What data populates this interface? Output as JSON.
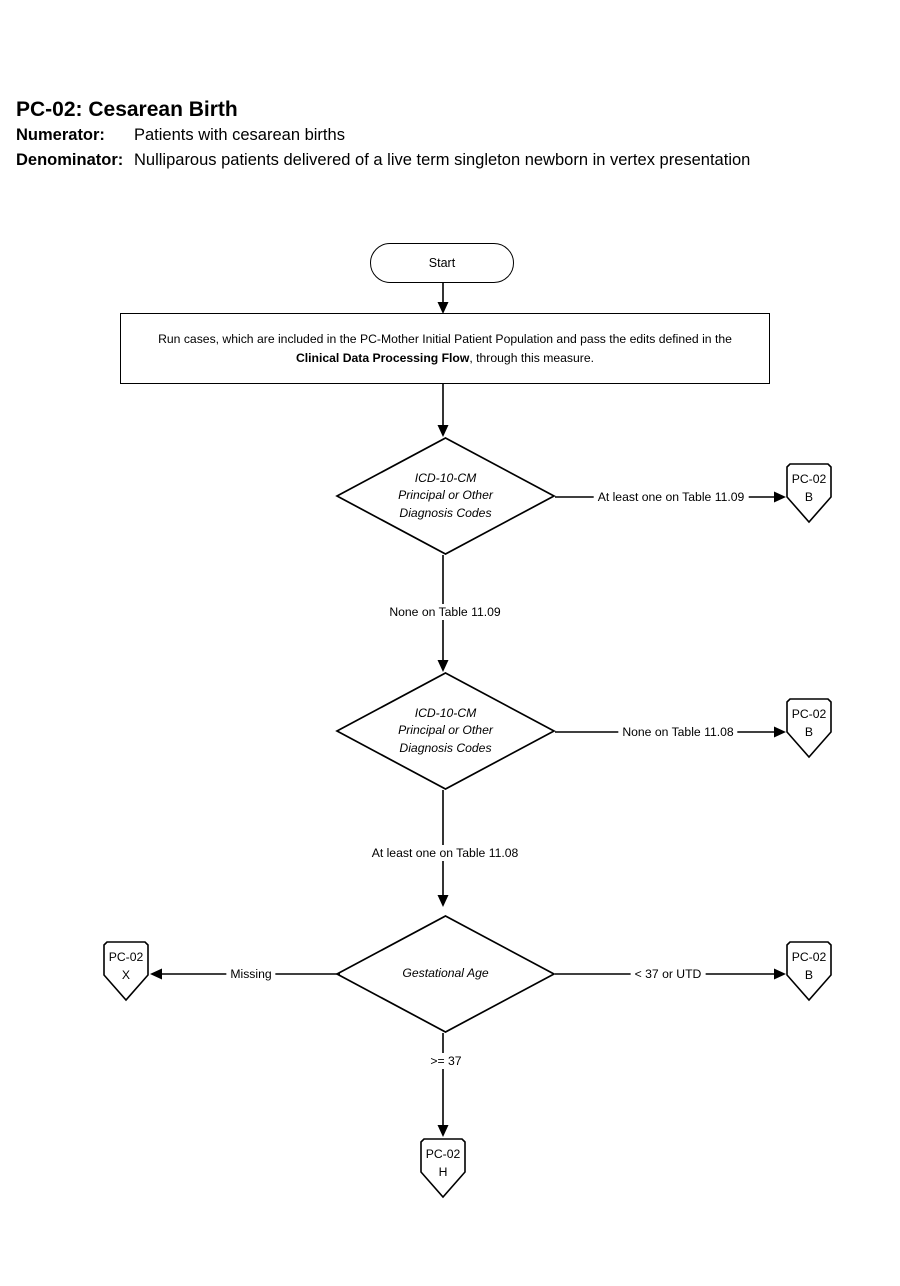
{
  "header": {
    "title": "PC-02:  Cesarean Birth",
    "numerator_label": "Numerator:",
    "numerator_value": "Patients with cesarean births",
    "denominator_label": "Denominator:",
    "denominator_value": "Nulliparous patients delivered of a live term singleton newborn in vertex presentation"
  },
  "flow": {
    "start": {
      "label": "Start"
    },
    "process": {
      "text_before": "Run cases, which are included in the PC-Mother Initial Patient Population and pass the edits defined in the ",
      "text_bold": "Clinical Data Processing Flow",
      "text_after": ", through this measure."
    },
    "decision1": {
      "line1": "ICD-10-CM",
      "line2": "Principal or Other",
      "line3": "Diagnosis Codes"
    },
    "decision2": {
      "line1": "ICD-10-CM",
      "line2": "Principal or Other",
      "line3": "Diagnosis Codes"
    },
    "decision3": {
      "line1": "Gestational Age"
    },
    "edges": {
      "d1_right": "At least one on Table 11.09",
      "d1_down": "None  on Table 11.09",
      "d2_right": "None on Table 11.08",
      "d2_down": "At least one on Table 11.08",
      "d3_left": "Missing",
      "d3_right": "< 37 or UTD",
      "d3_down": ">= 37"
    },
    "connectors": {
      "c1": {
        "line1": "PC-02",
        "line2": "B"
      },
      "c2": {
        "line1": "PC-02",
        "line2": "B"
      },
      "c3": {
        "line1": "PC-02",
        "line2": "X"
      },
      "c4": {
        "line1": "PC-02",
        "line2": "B"
      },
      "c5": {
        "line1": "PC-02",
        "line2": "H"
      }
    }
  },
  "colors": {
    "stroke": "#000000",
    "background": "#ffffff"
  }
}
